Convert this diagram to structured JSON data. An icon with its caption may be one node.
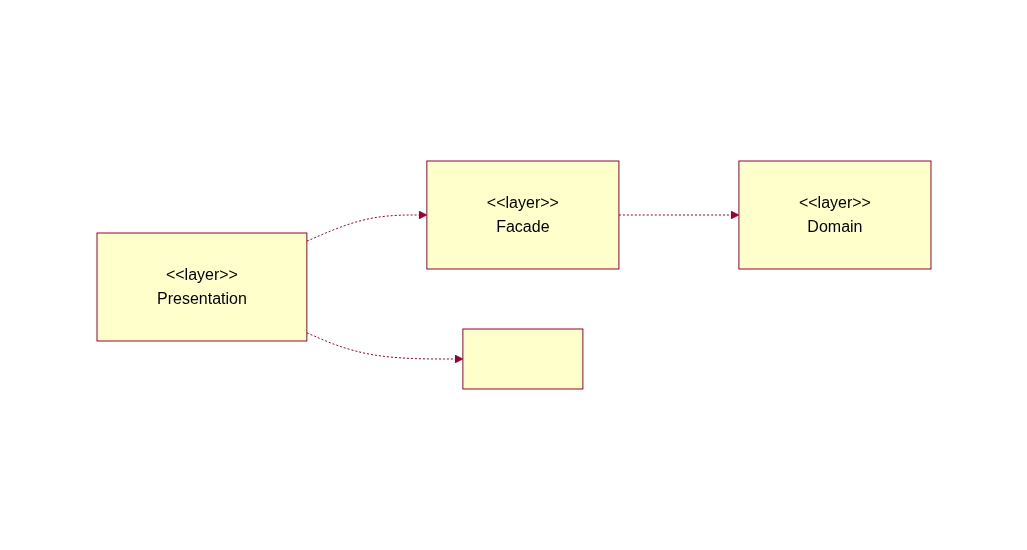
{
  "diagram": {
    "nodes": [
      {
        "text": [
          "<<layer>>",
          "Presentation"
        ]
      },
      {
        "text": [
          "<<layer>>",
          "Facade"
        ]
      },
      {
        "text": [
          "<<layer>>",
          "Domain"
        ]
      },
      {
        "text": [],
        "shape": "box"
      }
    ],
    "edges": [
      {
        "from": 0,
        "to": 1,
        "arrow": "to",
        "style": "dashed"
      },
      {
        "from": 1,
        "to": 2,
        "arrow": "to",
        "style": "dashed"
      },
      {
        "from": 0,
        "to": 3,
        "arrow": "to",
        "style": "dashed"
      }
    ]
  }
}
